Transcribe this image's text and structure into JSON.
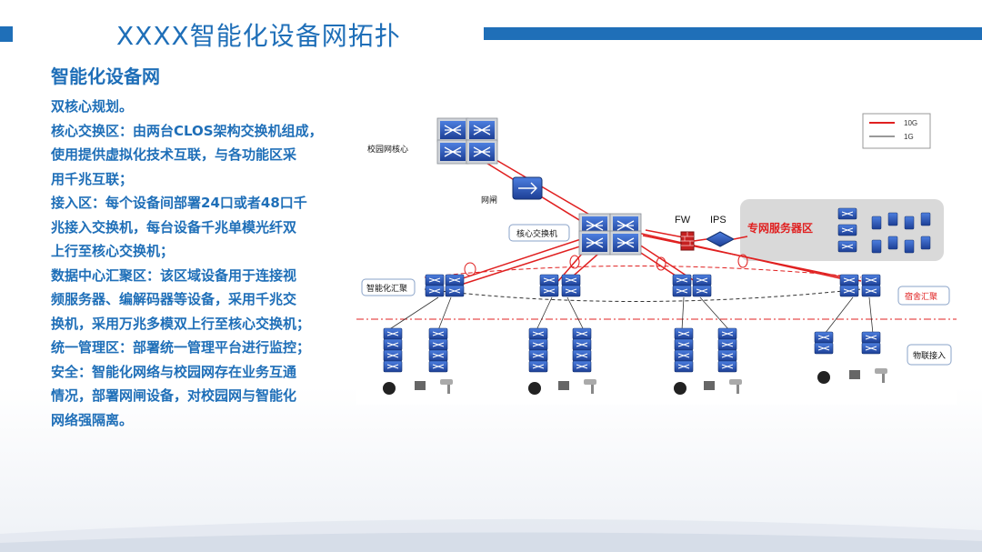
{
  "title": "XXXX智能化设备网拓扑",
  "section_heading": "智能化设备网",
  "body_lines": [
    "双核心规划。",
    "核心交换区：由两台CLOS架构交换机组成，",
    "使用提供虚拟化技术互联，与各功能区采",
    "用千兆互联；",
    "接入区：每个设备间部署24口或者48口千",
    "兆接入交换机，每台设备千兆单模光纤双",
    "上行至核心交换机；",
    "数据中心汇聚区：该区域设备用于连接视",
    "频服务器、编解码器等设备，采用千兆交",
    "换机，采用万兆多模双上行至核心交换机；",
    "统一管理区：部署统一管理平台进行监控；",
    "安全：智能化网络与校园网存在业务互通",
    "情况，部署网闸设备，对校园网与智能化",
    "网络强隔离。"
  ],
  "diagram": {
    "labels": {
      "campus_core": "校园网核心",
      "gatekeeper": "网闸",
      "core_switch": "核心交换机",
      "fw": "FW",
      "ips": "IPS",
      "server_zone": "专网服务器区",
      "smart_agg": "智能化汇聚",
      "dorm_agg": "宿舍汇聚",
      "iot_access": "物联接入"
    },
    "legend": [
      {
        "label": "10G",
        "color": "#e02020"
      },
      {
        "label": "1G",
        "color": "#333333"
      }
    ]
  },
  "colors": {
    "accent": "#1f6fb8",
    "link_10g": "#e02020",
    "link_1g": "#333333",
    "device_blue": "#2a56b8",
    "server_zone_bg": "#d9d9d9"
  }
}
